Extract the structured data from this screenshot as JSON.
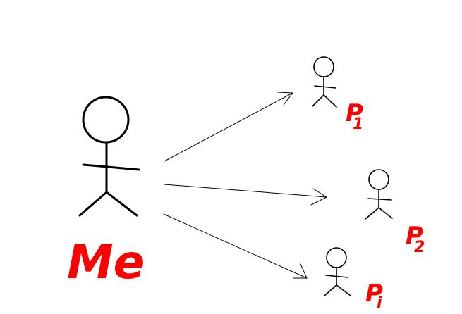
{
  "diagram": {
    "source_label": "Me",
    "targets": [
      {
        "label": "P",
        "subscript": "1"
      },
      {
        "label": "P",
        "subscript": "2"
      },
      {
        "label": "P",
        "subscript": "i"
      }
    ],
    "colors": {
      "stroke": "#000000",
      "label": "#ff0000",
      "background": "#ffffff"
    },
    "icons": {
      "person": "stick-figure-icon",
      "connection": "arrow-icon"
    }
  }
}
